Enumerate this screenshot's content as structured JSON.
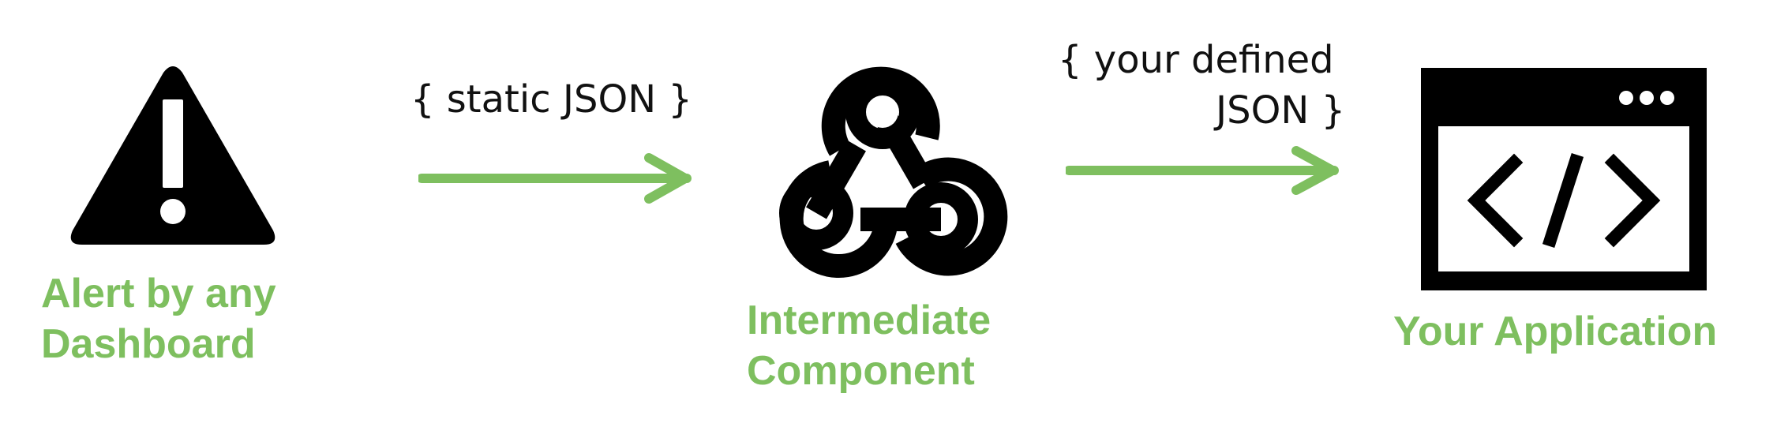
{
  "nodes": {
    "source": {
      "label_line1": "Alert by any",
      "label_line2": "Dashboard",
      "icon": "alert-triangle-icon"
    },
    "middle": {
      "label_line1": "Intermediate",
      "label_line2": "Component",
      "icon": "webhook-icon"
    },
    "target": {
      "label_line1": "Your Application",
      "icon": "code-window-icon"
    }
  },
  "edges": [
    {
      "from": "source",
      "to": "middle",
      "label": "{ static JSON }"
    },
    {
      "from": "middle",
      "to": "target",
      "label_line1": "{ your defined",
      "label_line2": "JSON }"
    }
  ],
  "colors": {
    "accent_green": "#7ebf5f",
    "icon_black": "#000000",
    "text_black": "#111111",
    "background": "#ffffff"
  }
}
